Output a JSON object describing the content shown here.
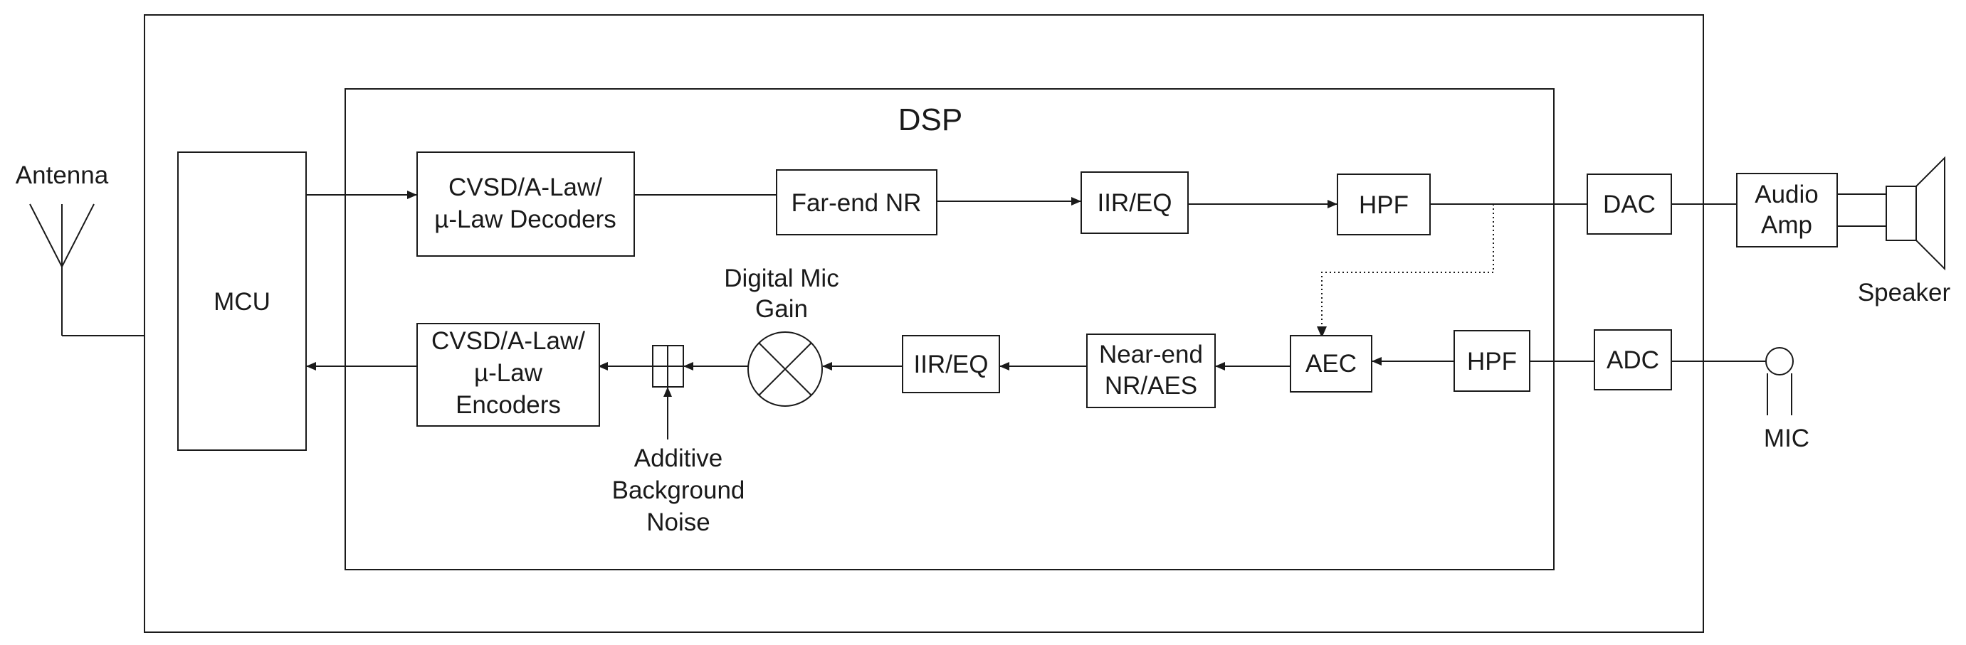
{
  "dsp": {
    "title": "DSP"
  },
  "mcu": {
    "label": "MCU"
  },
  "antenna": {
    "label": "Antenna"
  },
  "speaker": {
    "label": "Speaker"
  },
  "mic": {
    "label": "MIC"
  },
  "decoders": {
    "line1": "CVSD/A-Law/",
    "line2": "µ-Law Decoders"
  },
  "encoders": {
    "line1": "CVSD/A-Law/",
    "line2": "µ-Law",
    "line3": "Encoders"
  },
  "far_end_nr": {
    "label": "Far-end NR"
  },
  "iir_eq_tx": {
    "label": "IIR/EQ"
  },
  "hpf_tx": {
    "label": "HPF"
  },
  "dac": {
    "label": "DAC"
  },
  "audio_amp": {
    "line1": "Audio",
    "line2": "Amp"
  },
  "adc": {
    "label": "ADC"
  },
  "hpf_rx": {
    "label": "HPF"
  },
  "aec": {
    "label": "AEC"
  },
  "near_end": {
    "line1": "Near-end",
    "line2": "NR/AES"
  },
  "iir_eq_rx": {
    "label": "IIR/EQ"
  },
  "digital_mic_gain": {
    "line1": "Digital Mic",
    "line2": "Gain"
  },
  "noise": {
    "line1": "Additive",
    "line2": "Background",
    "line3": "Noise"
  }
}
